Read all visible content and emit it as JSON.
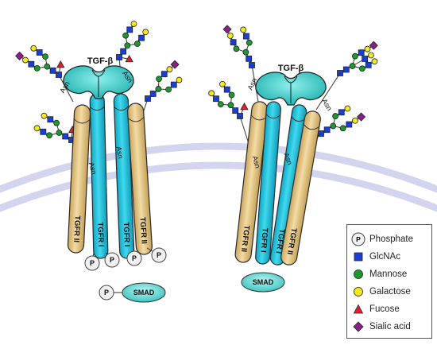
{
  "labels": {
    "tgf_beta": "TGF-β",
    "asn": "Asn",
    "tgfr_i": "TGFR I",
    "tgfr_ii": "TGFR II",
    "phosphate": "P",
    "smad": "SMAD"
  },
  "legend": [
    {
      "symbol": "phosphate",
      "label": "Phosphate"
    },
    {
      "symbol": "glcnac",
      "label": "GlcNAc"
    },
    {
      "symbol": "mannose",
      "label": "Mannose"
    },
    {
      "symbol": "galactose",
      "label": "Galactose"
    },
    {
      "symbol": "fucose",
      "label": "Fucose"
    },
    {
      "symbol": "sialic-acid",
      "label": "Sialic acid"
    }
  ],
  "colors": {
    "glcnac": "#1a3fd6",
    "mannose": "#1a9a2e",
    "galactose": "#f5e81c",
    "fucose": "#e0202a",
    "sialic_acid": "#8a1f8a",
    "receptor_i": "#1ec4dc",
    "receptor_ii": "#e7c98a",
    "ligand": "#2fc6c4",
    "membrane": "#c6c9ea"
  }
}
